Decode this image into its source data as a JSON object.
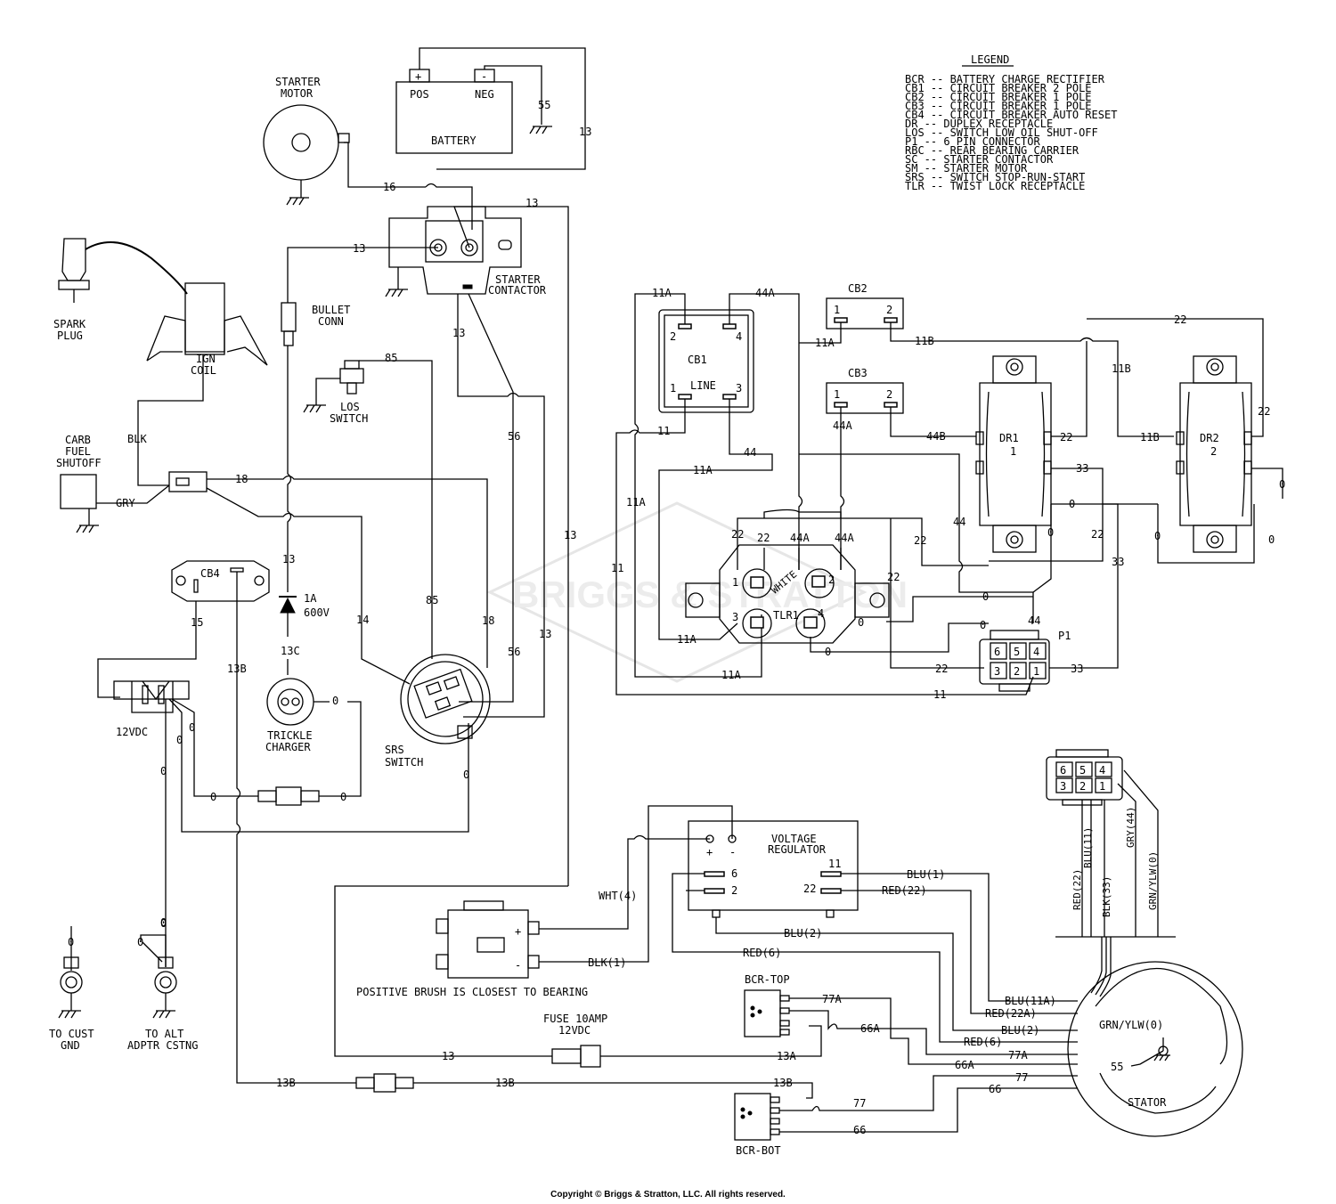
{
  "legend": {
    "title": "LEGEND",
    "entries": [
      "BCR -- BATTERY CHARGE RECTIFIER",
      "CB1 -- CIRCUIT BREAKER 2 POLE",
      "CB2 -- CIRCUIT BREAKER 1 POLE",
      "CB3 -- CIRCUIT BREAKER 1 POLE",
      "CB4 -- CIRCUIT BREAKER AUTO RESET",
      "DR -- DUPLEX RECEPTACLE",
      "LOS -- SWITCH LOW OIL SHUT-OFF",
      "P1 -- 6 PIN CONNECTOR",
      "RBC -- REAR BEARING CARRIER",
      "SC -- STARTER CONTACTOR",
      "SM -- STARTER MOTOR",
      "SRS -- SWITCH STOP-RUN-START",
      "TLR -- TWIST LOCK RECEPTACLE"
    ]
  },
  "components": {
    "starter_motor": [
      "STARTER",
      "MOTOR"
    ],
    "battery": {
      "label": "BATTERY",
      "pos": "POS",
      "neg": "NEG",
      "plus": "+",
      "minus": "-"
    },
    "starter_contactor": [
      "STARTER",
      "CONTACTOR"
    ],
    "spark_plug": [
      "SPARK",
      "PLUG"
    ],
    "ign_coil": [
      "IGN",
      "COIL"
    ],
    "bullet_conn": [
      "BULLET",
      "CONN"
    ],
    "los_switch": [
      "LOS",
      "SWITCH"
    ],
    "carb": [
      "CARB",
      "FUEL",
      "SHUTOFF"
    ],
    "cb4": "CB4",
    "diode": [
      "1A",
      "600V"
    ],
    "trickle_charger": [
      "TRICKLE",
      "CHARGER"
    ],
    "srs_switch": [
      "SRS",
      "SWITCH"
    ],
    "v12": "12VDC",
    "cust_gnd": [
      "TO CUST",
      "GND"
    ],
    "alt_adptr": [
      "TO ALT",
      "ADPTR CSTNG"
    ],
    "cb1": {
      "label": "CB1",
      "line": "LINE",
      "p1": "1",
      "p2": "2",
      "p3": "3",
      "p4": "4"
    },
    "cb2": {
      "label": "CB2",
      "p1": "1",
      "p2": "2"
    },
    "cb3": {
      "label": "CB3",
      "p1": "1",
      "p2": "2"
    },
    "dr1": {
      "label": "DR1",
      "num": "1"
    },
    "dr2": {
      "label": "DR2",
      "num": "2"
    },
    "tlr1": {
      "label": "TLR1",
      "white": "WHITE",
      "p1": "1",
      "p2": "2",
      "p3": "3",
      "p4": "4"
    },
    "p1": {
      "label": "P1",
      "pins_top": [
        "6",
        "5",
        "4"
      ],
      "pins_bot": [
        "3",
        "2",
        "1"
      ]
    },
    "voltage_regulator": {
      "line1": "VOLTAGE",
      "line2": "REGULATOR",
      "plus": "+",
      "minus": "-",
      "t6": "6",
      "t2": "2",
      "t11": "11",
      "t22": "22"
    },
    "brush_note": "POSITIVE BRUSH IS CLOSEST TO BEARING",
    "brush_plus": "+",
    "brush_minus": "-",
    "fuse": [
      "FUSE 10AMP",
      "12VDC"
    ],
    "bcr_top": "BCR-TOP",
    "bcr_bot": "BCR-BOT",
    "stator": {
      "label": "STATOR",
      "grnylw": "GRN/YLW(0)",
      "n55": "55"
    },
    "stator_conn": {
      "pins_top": [
        "6",
        "5",
        "4"
      ],
      "pins_bot": [
        "3",
        "2",
        "1"
      ]
    }
  },
  "wires": {
    "w13": "13",
    "w16": "16",
    "w55": "55",
    "w85": "85",
    "w56": "56",
    "w18": "18",
    "w14": "14",
    "w15": "15",
    "w13b": "13B",
    "w13c": "13C",
    "w0": "0",
    "wblk": "BLK",
    "wgry": "GRY",
    "w11a": "11A",
    "w44a": "44A",
    "w11b": "11B",
    "w22": "22",
    "w11": "11",
    "w44": "44",
    "w44b": "44B",
    "w33": "33",
    "w13a": "13A",
    "wht4": "WHT(4)",
    "blk1": "BLK(1)",
    "blu1": "BLU(1)",
    "red22": "RED(22)",
    "blu2": "BLU(2)",
    "red6": "RED(6)",
    "blu11a": "BLU(11A)",
    "red22a": "RED(22A)",
    "w77a": "77A",
    "w66a": "66A",
    "w77": "77",
    "w66": "66",
    "stator_red22": "RED(22)",
    "stator_blu11": "BLU(11)",
    "stator_blk33": "BLK(33)",
    "stator_gry44": "GRY(44)",
    "stator_grnylw0": "GRN/YLW(0)"
  },
  "watermark": "BRIGGS & STRATTON",
  "copyright": "Copyright © Briggs & Stratton, LLC. All rights reserved."
}
